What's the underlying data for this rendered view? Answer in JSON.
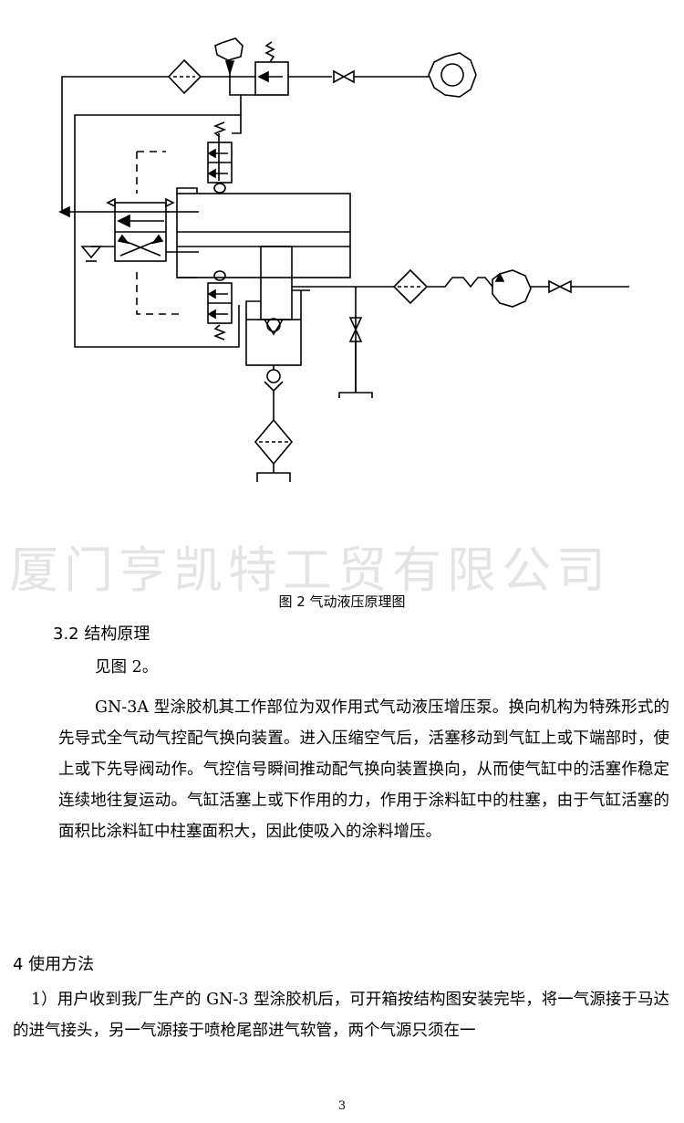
{
  "watermark": "厦门亨凯特工贸有限公司",
  "figure": {
    "caption": "图 2 气动液压原理图"
  },
  "section_3_2": {
    "heading": "3.2 结构原理",
    "see_fig": "见图 2。",
    "body": "GN-3A 型涂胶机其工作部位为双作用式气动液压增压泵。换向机构为特殊形式的先导式全气动气控配气换向装置。进入压缩空气后，活塞移动到气缸上或下端部时，使上或下先导阀动作。气控信号瞬间推动配气换向装置换向，从而使气缸中的活塞作稳定连续地往复运动。气缸活塞上或下作用的力，作用于涂料缸中的柱塞，由于气缸活塞的面积比涂料缸中柱塞面积大，因此使吸入的涂料增压。"
  },
  "section_4": {
    "heading": "4 使用方法",
    "body": "1）用户收到我厂生产的 GN-3 型涂胶机后，可开箱按结构图安装完毕，将一气源接于马达的进气接头，另一气源接于喷枪尾部进气软管，两个气源只须在一"
  },
  "page_number": "3"
}
